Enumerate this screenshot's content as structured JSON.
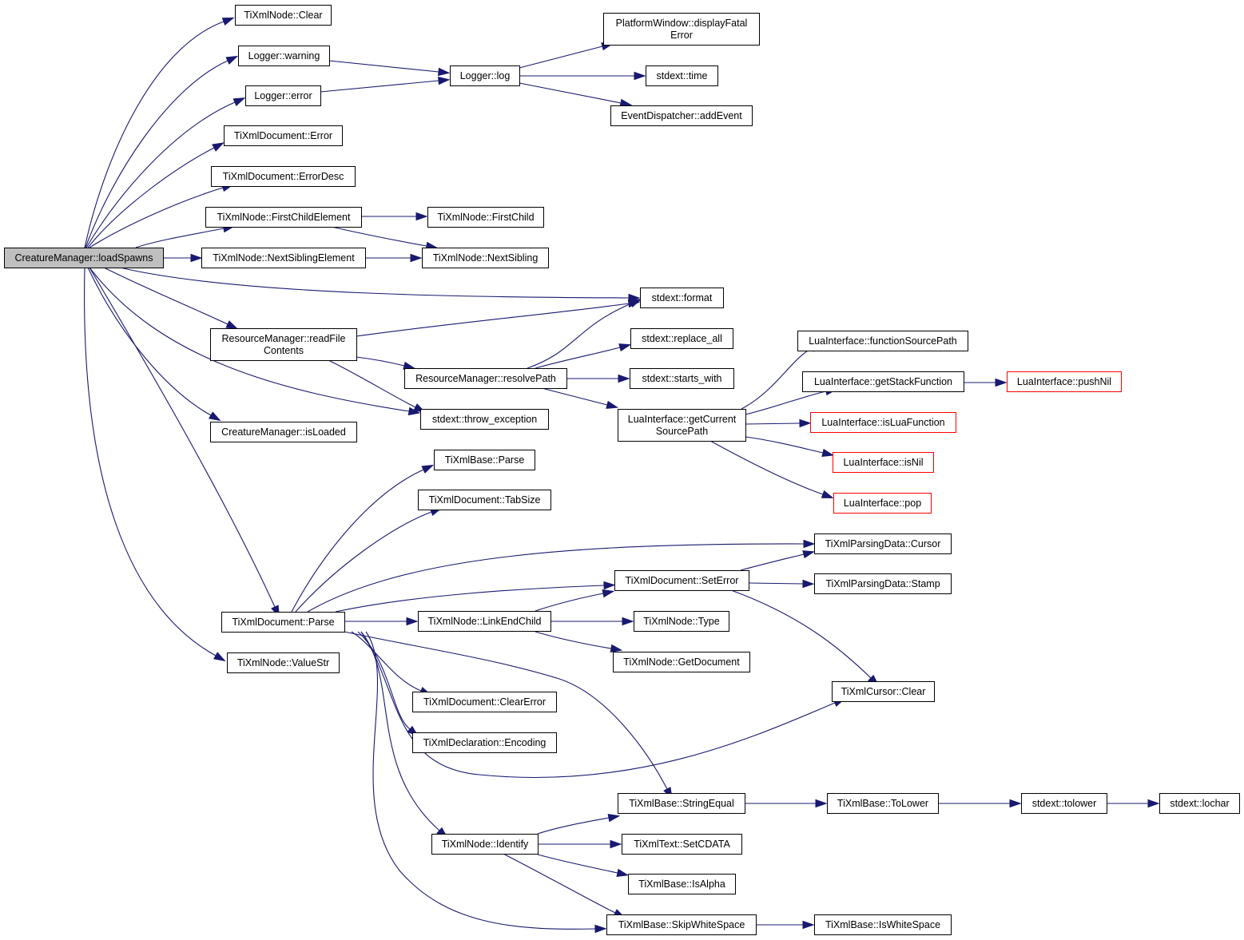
{
  "graph": {
    "colors": {
      "edge": "#191970",
      "box_border": "#000000",
      "truncated_border": "#ff0000",
      "root_fill": "#bfbfbf",
      "background": "#ffffff"
    },
    "nodes": {
      "loadSpawns": {
        "lines": [
          "CreatureManager::loadSpawns"
        ],
        "root": true
      },
      "nodeClear": {
        "lines": [
          "TiXmlNode::Clear"
        ]
      },
      "warning": {
        "lines": [
          "Logger::warning"
        ]
      },
      "error": {
        "lines": [
          "Logger::error"
        ]
      },
      "docError": {
        "lines": [
          "TiXmlDocument::Error"
        ]
      },
      "errorDesc": {
        "lines": [
          "TiXmlDocument::ErrorDesc"
        ]
      },
      "firstChildElement": {
        "lines": [
          "TiXmlNode::FirstChildElement"
        ]
      },
      "nextSiblingElement": {
        "lines": [
          "TiXmlNode::NextSiblingElement"
        ]
      },
      "readFileContents": {
        "lines": [
          "ResourceManager::readFile",
          "Contents"
        ]
      },
      "isLoaded": {
        "lines": [
          "CreatureManager::isLoaded"
        ]
      },
      "docParse": {
        "lines": [
          "TiXmlDocument::Parse"
        ]
      },
      "valueStr": {
        "lines": [
          "TiXmlNode::ValueStr"
        ]
      },
      "log": {
        "lines": [
          "Logger::log"
        ]
      },
      "displayFatal": {
        "lines": [
          "PlatformWindow::displayFatal",
          "Error"
        ]
      },
      "time": {
        "lines": [
          "stdext::time"
        ]
      },
      "addEvent": {
        "lines": [
          "EventDispatcher::addEvent"
        ]
      },
      "firstChild": {
        "lines": [
          "TiXmlNode::FirstChild"
        ]
      },
      "nextSibling": {
        "lines": [
          "TiXmlNode::NextSibling"
        ]
      },
      "format": {
        "lines": [
          "stdext::format"
        ]
      },
      "replaceAll": {
        "lines": [
          "stdext::replace_all"
        ]
      },
      "resolvePath": {
        "lines": [
          "ResourceManager::resolvePath"
        ]
      },
      "startsWith": {
        "lines": [
          "stdext::starts_with"
        ]
      },
      "throwException": {
        "lines": [
          "stdext::throw_exception"
        ]
      },
      "getCurrentSourcePath": {
        "lines": [
          "LuaInterface::getCurrent",
          "SourcePath"
        ]
      },
      "functionSourcePath": {
        "lines": [
          "LuaInterface::functionSourcePath"
        ]
      },
      "getStackFunction": {
        "lines": [
          "LuaInterface::getStackFunction"
        ]
      },
      "pushNil": {
        "lines": [
          "LuaInterface::pushNil"
        ],
        "truncated": true
      },
      "isLuaFunction": {
        "lines": [
          "LuaInterface::isLuaFunction"
        ],
        "truncated": true
      },
      "isNil": {
        "lines": [
          "LuaInterface::isNil"
        ],
        "truncated": true
      },
      "pop": {
        "lines": [
          "LuaInterface::pop"
        ],
        "truncated": true
      },
      "baseParse": {
        "lines": [
          "TiXmlBase::Parse"
        ]
      },
      "tabSize": {
        "lines": [
          "TiXmlDocument::TabSize"
        ]
      },
      "cursor": {
        "lines": [
          "TiXmlParsingData::Cursor"
        ]
      },
      "setError": {
        "lines": [
          "TiXmlDocument::SetError"
        ]
      },
      "stamp": {
        "lines": [
          "TiXmlParsingData::Stamp"
        ]
      },
      "linkEndChild": {
        "lines": [
          "TiXmlNode::LinkEndChild"
        ]
      },
      "type": {
        "lines": [
          "TiXmlNode::Type"
        ]
      },
      "getDocument": {
        "lines": [
          "TiXmlNode::GetDocument"
        ]
      },
      "cursorClear": {
        "lines": [
          "TiXmlCursor::Clear"
        ]
      },
      "clearError": {
        "lines": [
          "TiXmlDocument::ClearError"
        ]
      },
      "encoding": {
        "lines": [
          "TiXmlDeclaration::Encoding"
        ]
      },
      "stringEqual": {
        "lines": [
          "TiXmlBase::StringEqual"
        ]
      },
      "toLower": {
        "lines": [
          "TiXmlBase::ToLower"
        ]
      },
      "tolower": {
        "lines": [
          "stdext::tolower"
        ]
      },
      "lochar": {
        "lines": [
          "stdext::lochar"
        ]
      },
      "identify": {
        "lines": [
          "TiXmlNode::Identify"
        ]
      },
      "setCDATA": {
        "lines": [
          "TiXmlText::SetCDATA"
        ]
      },
      "isAlpha": {
        "lines": [
          "TiXmlBase::IsAlpha"
        ]
      },
      "skipWhiteSpace": {
        "lines": [
          "TiXmlBase::SkipWhiteSpace"
        ]
      },
      "isWhiteSpace": {
        "lines": [
          "TiXmlBase::IsWhiteSpace"
        ]
      }
    },
    "edges": [
      [
        "loadSpawns",
        "nodeClear"
      ],
      [
        "loadSpawns",
        "warning"
      ],
      [
        "loadSpawns",
        "error"
      ],
      [
        "loadSpawns",
        "docError"
      ],
      [
        "loadSpawns",
        "errorDesc"
      ],
      [
        "loadSpawns",
        "firstChildElement"
      ],
      [
        "loadSpawns",
        "nextSiblingElement"
      ],
      [
        "loadSpawns",
        "format"
      ],
      [
        "loadSpawns",
        "readFileContents"
      ],
      [
        "loadSpawns",
        "throwException"
      ],
      [
        "loadSpawns",
        "isLoaded"
      ],
      [
        "loadSpawns",
        "docParse"
      ],
      [
        "loadSpawns",
        "valueStr"
      ],
      [
        "warning",
        "log"
      ],
      [
        "error",
        "log"
      ],
      [
        "log",
        "displayFatal"
      ],
      [
        "log",
        "time"
      ],
      [
        "log",
        "addEvent"
      ],
      [
        "firstChildElement",
        "firstChild"
      ],
      [
        "firstChildElement",
        "nextSibling"
      ],
      [
        "nextSiblingElement",
        "nextSibling"
      ],
      [
        "readFileContents",
        "format"
      ],
      [
        "readFileContents",
        "resolvePath"
      ],
      [
        "readFileContents",
        "throwException"
      ],
      [
        "resolvePath",
        "format"
      ],
      [
        "resolvePath",
        "replaceAll"
      ],
      [
        "resolvePath",
        "startsWith"
      ],
      [
        "resolvePath",
        "getCurrentSourcePath"
      ],
      [
        "getCurrentSourcePath",
        "functionSourcePath"
      ],
      [
        "getCurrentSourcePath",
        "getStackFunction"
      ],
      [
        "getCurrentSourcePath",
        "isLuaFunction"
      ],
      [
        "getCurrentSourcePath",
        "isNil"
      ],
      [
        "getCurrentSourcePath",
        "pop"
      ],
      [
        "getStackFunction",
        "pushNil"
      ],
      [
        "docParse",
        "baseParse"
      ],
      [
        "docParse",
        "tabSize"
      ],
      [
        "docParse",
        "cursor"
      ],
      [
        "docParse",
        "setError"
      ],
      [
        "docParse",
        "linkEndChild"
      ],
      [
        "docParse",
        "clearError"
      ],
      [
        "docParse",
        "encoding"
      ],
      [
        "docParse",
        "cursorClear"
      ],
      [
        "docParse",
        "stringEqual"
      ],
      [
        "docParse",
        "identify"
      ],
      [
        "docParse",
        "skipWhiteSpace"
      ],
      [
        "setError",
        "cursor"
      ],
      [
        "setError",
        "stamp"
      ],
      [
        "setError",
        "cursorClear"
      ],
      [
        "linkEndChild",
        "setError"
      ],
      [
        "linkEndChild",
        "type"
      ],
      [
        "linkEndChild",
        "getDocument"
      ],
      [
        "stringEqual",
        "toLower"
      ],
      [
        "toLower",
        "tolower"
      ],
      [
        "tolower",
        "lochar"
      ],
      [
        "identify",
        "stringEqual"
      ],
      [
        "identify",
        "setCDATA"
      ],
      [
        "identify",
        "isAlpha"
      ],
      [
        "identify",
        "skipWhiteSpace"
      ],
      [
        "skipWhiteSpace",
        "isWhiteSpace"
      ]
    ]
  }
}
